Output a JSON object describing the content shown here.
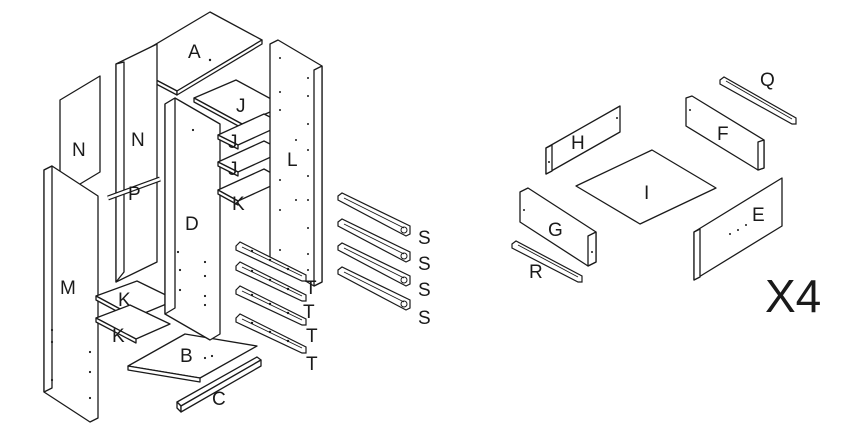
{
  "labels": {
    "A": "A",
    "N1": "N",
    "N2": "N",
    "P": "P",
    "M": "M",
    "D": "D",
    "J1": "J",
    "J2": "J",
    "J3": "J",
    "K1": "K",
    "K2": "K",
    "K3": "K",
    "L": "L",
    "B": "B",
    "C": "C",
    "S1": "S",
    "S2": "S",
    "S3": "S",
    "S4": "S",
    "T1": "T",
    "T2": "T",
    "T3": "T",
    "T4": "T",
    "H": "H",
    "F": "F",
    "Q": "Q",
    "I": "I",
    "G": "G",
    "E": "E",
    "R": "R"
  },
  "multiplier": "X4"
}
